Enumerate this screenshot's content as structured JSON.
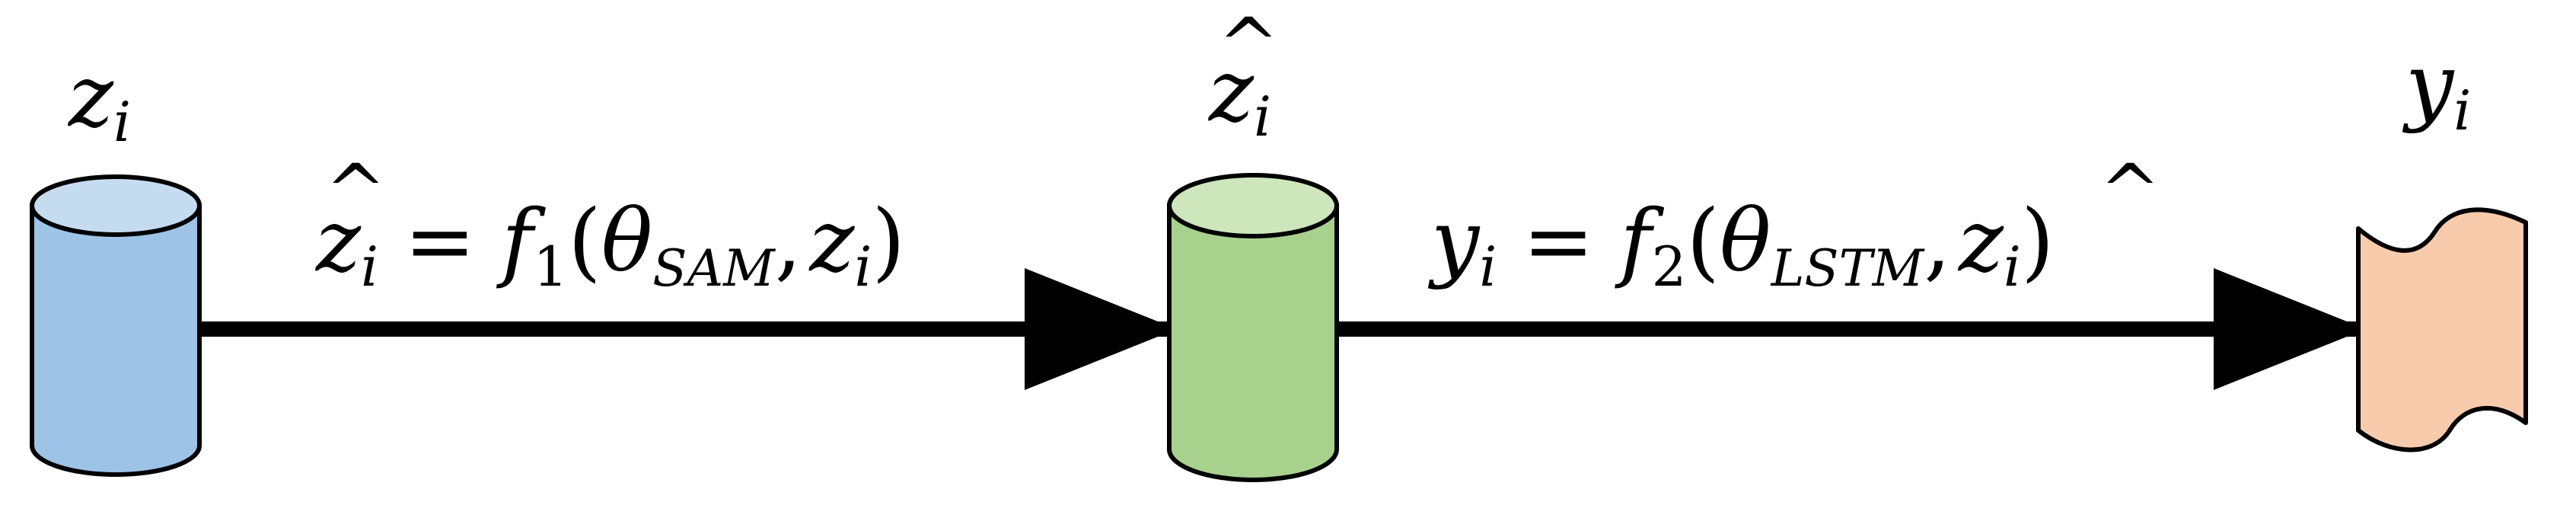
{
  "colors": {
    "input_body": "#9dc3e6",
    "input_top": "#c5dcf0",
    "mid_body": "#a9d18e",
    "mid_top": "#cde6bb",
    "output_fill": "#f8cbad",
    "stroke": "#000000"
  },
  "nodes": {
    "input": {
      "var": "z",
      "sub": "i"
    },
    "intermediate": {
      "hat": "^",
      "var": "z",
      "sub": "i"
    },
    "output": {
      "var": "y",
      "sub": "i"
    }
  },
  "edges": {
    "sam": {
      "lhs_hat": "^",
      "lhs_var": "z",
      "lhs_sub": "i",
      "eq": "=",
      "func": "f",
      "func_sub": "1",
      "open": "(",
      "theta": "θ",
      "theta_sub": "SAM",
      "comma": ",",
      "arg_var": "z",
      "arg_sub": "i",
      "close": ")"
    },
    "lstm": {
      "lhs_var": "y",
      "lhs_sub": "i",
      "eq": "=",
      "func": "f",
      "func_sub": "2",
      "open": "(",
      "theta": "θ",
      "theta_sub": "LSTM",
      "comma": ",",
      "arg_hat": "^",
      "arg_var": "z",
      "arg_sub": "i",
      "close": ")"
    }
  }
}
